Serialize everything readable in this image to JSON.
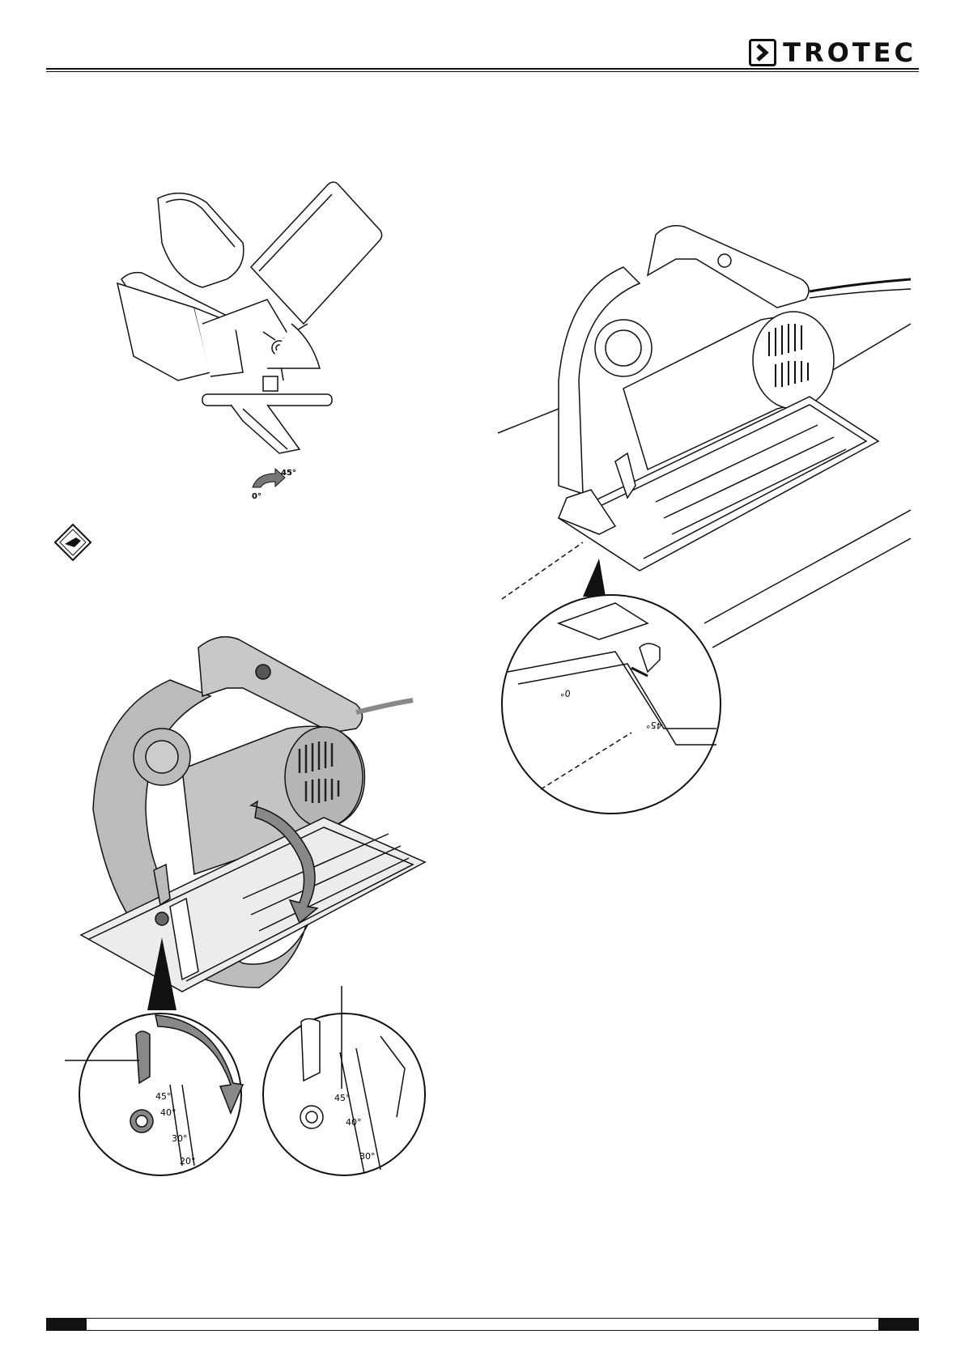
{
  "brand": {
    "logo_text": "TROTEC"
  },
  "figure_top": {
    "label_start": "0°",
    "label_end": "45°"
  },
  "figure_detail": {
    "mark_0": "0°",
    "mark_45": "45°"
  },
  "figure_bottom": {
    "left_scale": [
      "45°",
      "40°",
      "30°",
      "20°"
    ],
    "right_scale": [
      "45°",
      "40°",
      "30°"
    ]
  },
  "note_icon": "note-hand-icon"
}
